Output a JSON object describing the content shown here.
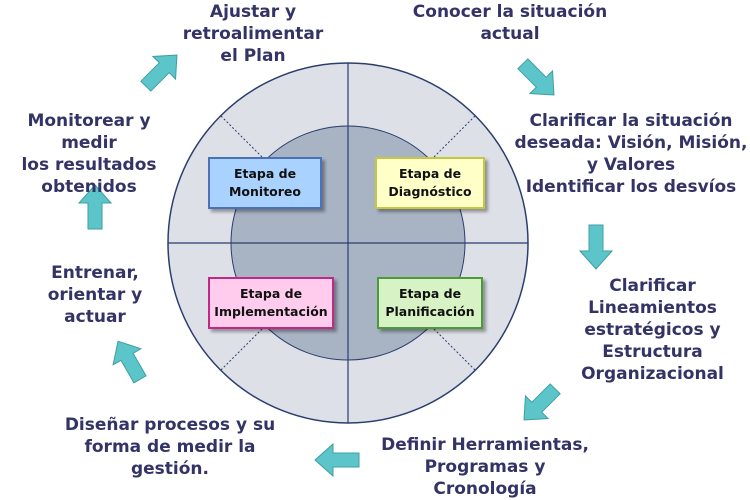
{
  "colors": {
    "step_text": "#333366",
    "arrow_fill": "#5cc5c9",
    "arrow_stroke": "#3f9ea3",
    "outer_circle": "#dee0e8",
    "inner_circle": "#a8b4c4",
    "monitoreo_fill": "#a9d2ff",
    "monitoreo_border": "#4a72b8",
    "diagnostico_fill": "#ffffc8",
    "diagnostico_border": "#c6c646",
    "implementacion_fill": "#ffccee",
    "implementacion_border": "#c02a86",
    "planificacion_fill": "#d7f2c4",
    "planificacion_border": "#4c9a3a"
  },
  "steps": {
    "ajustar": "Ajustar y\nretroalimentar\nel Plan",
    "conocer": "Conocer la situación\nactual",
    "clarificar_deseada": "Clarificar la situación\ndeseada: Visión,  Misión,\ny Valores\nIdentificar los desvíos",
    "clarificar_lineamientos": "Clarificar\nLineamientos\nestratégicos y\nEstructura\nOrganizacional",
    "definir": "Definir Herramientas,\nProgramas y\nCronología",
    "disenar": "Diseñar procesos y su\nforma de medir la\ngestión.",
    "entrenar": "Entrenar,\norientar y\nactuar",
    "monitorear": "Monitorear y medir\nlos resultados\nobtenidos"
  },
  "stages": {
    "monitoreo": "Etapa de\nMonitoreo",
    "diagnostico": "Etapa de\nDiagnóstico",
    "implementacion": "Etapa de\nImplementación",
    "planificacion": "Etapa de\nPlanificación"
  },
  "arrows": [
    {
      "id": "arrow-conocer-to-clarificar",
      "direction": "down-right"
    },
    {
      "id": "arrow-clarificar-to-lineamientos",
      "direction": "down"
    },
    {
      "id": "arrow-lineamientos-to-definir",
      "direction": "down-left"
    },
    {
      "id": "arrow-definir-to-disenar",
      "direction": "left"
    },
    {
      "id": "arrow-disenar-to-entrenar",
      "direction": "up-left"
    },
    {
      "id": "arrow-entrenar-to-monitorear",
      "direction": "up"
    },
    {
      "id": "arrow-monitorear-to-ajustar",
      "direction": "up-right"
    }
  ]
}
